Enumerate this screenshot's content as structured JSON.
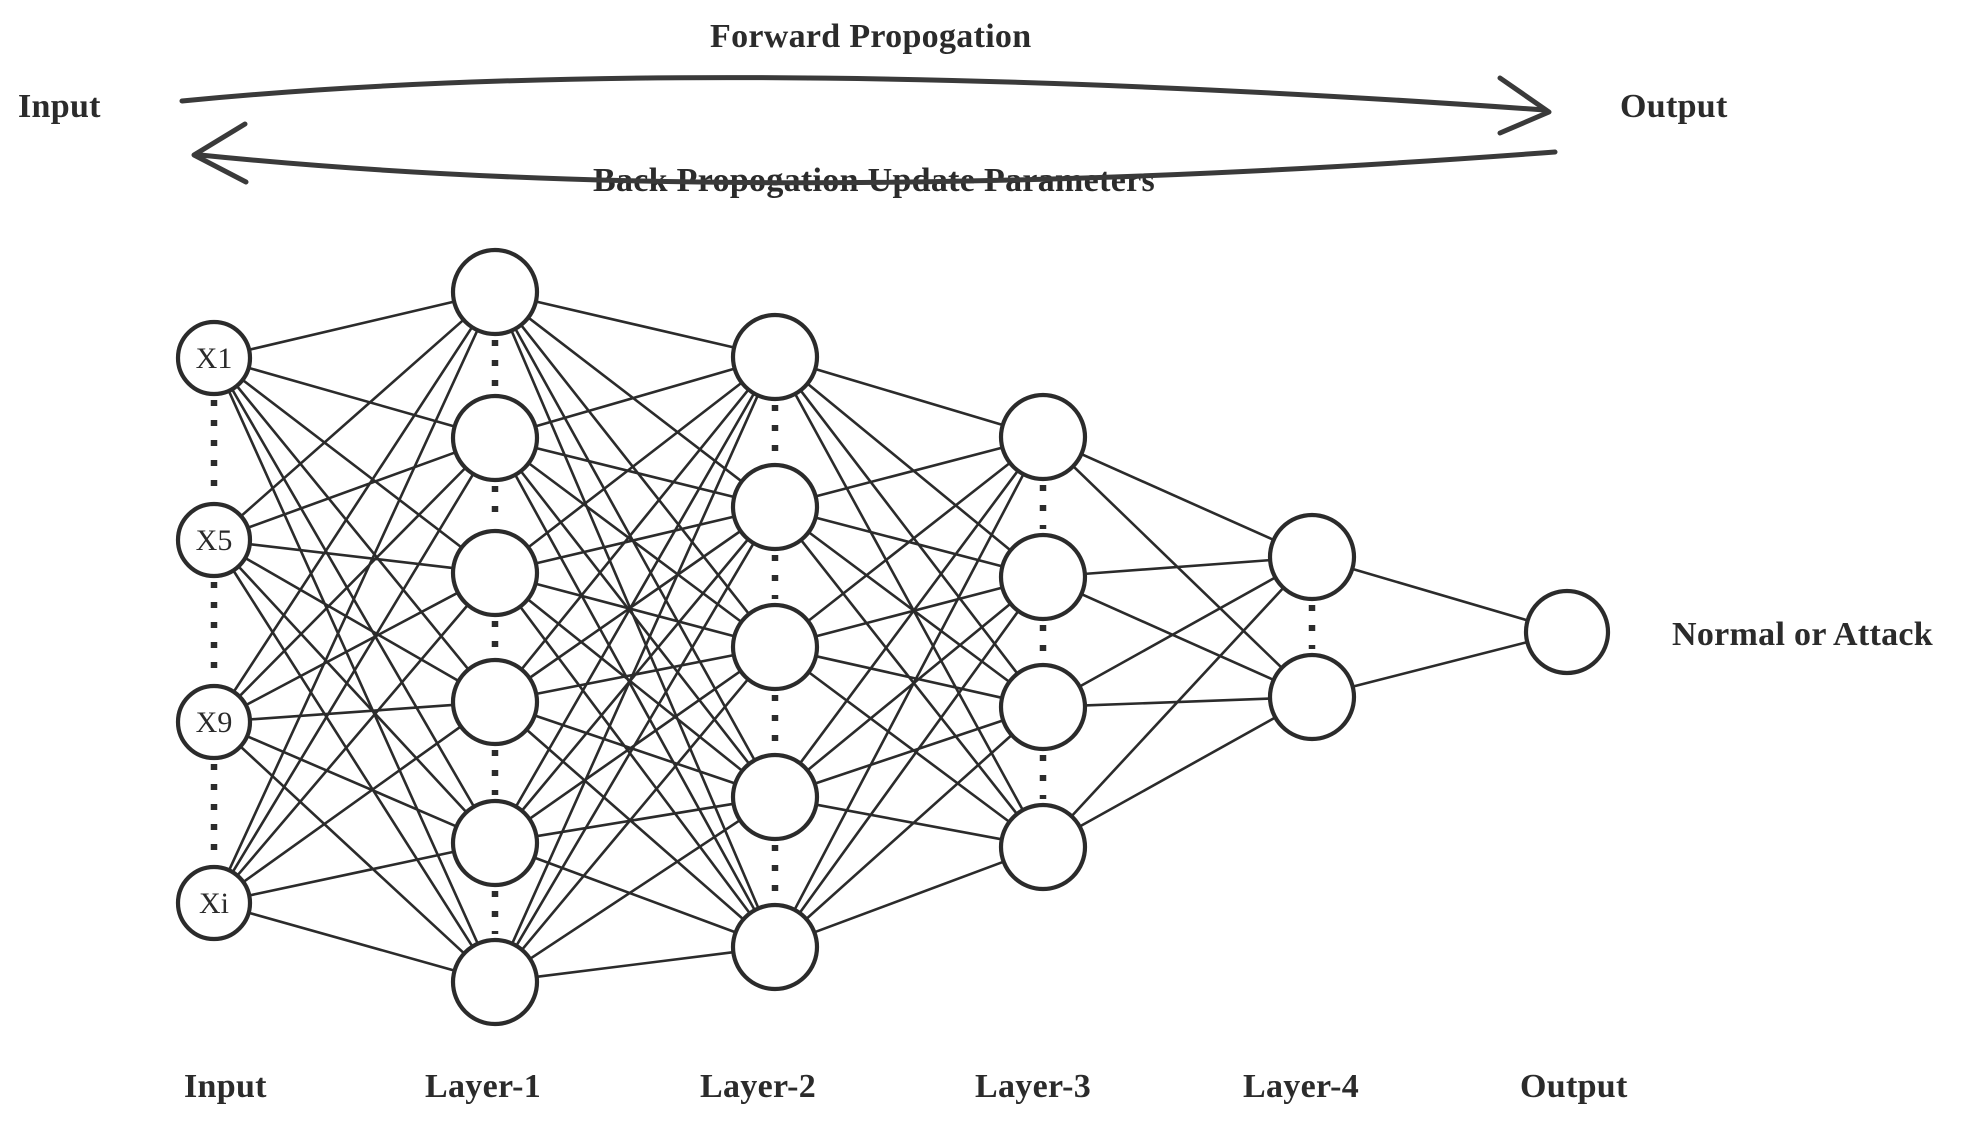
{
  "diagram": {
    "title_top": "Forward Propogation",
    "title_bottom": "Back Propogation Update Parameters",
    "side_left_label": "Input",
    "side_right_label": "Output",
    "output_annotation": "Normal or Attack",
    "colors": {
      "stroke": "#2b2b2b",
      "background": "#ffffff",
      "arc": "#3a3a3a"
    }
  },
  "input_nodes": [
    {
      "label": "X1"
    },
    {
      "label": "X5"
    },
    {
      "label": "X9"
    },
    {
      "label": "Xi"
    }
  ],
  "layer_labels": [
    {
      "label": "Input"
    },
    {
      "label": "Layer-1"
    },
    {
      "label": "Layer-2"
    },
    {
      "label": "Layer-3"
    },
    {
      "label": "Layer-4"
    },
    {
      "label": "Output"
    }
  ],
  "layers": [
    {
      "name": "Input",
      "node_count": 4,
      "labeled": true
    },
    {
      "name": "Layer-1",
      "node_count": 6,
      "labeled": false
    },
    {
      "name": "Layer-2",
      "node_count": 5,
      "labeled": false
    },
    {
      "name": "Layer-3",
      "node_count": 4,
      "labeled": false
    },
    {
      "name": "Layer-4",
      "node_count": 2,
      "labeled": false
    },
    {
      "name": "Output",
      "node_count": 1,
      "labeled": false
    }
  ],
  "chart_data": {
    "type": "diagram",
    "title": "Forward Propogation / Back Propogation Update Parameters",
    "description": "Fully connected feed-forward deep neural network for intrusion detection classifying Normal or Attack",
    "layer_names": [
      "Input",
      "Layer-1",
      "Layer-2",
      "Layer-3",
      "Layer-4",
      "Output"
    ],
    "layer_node_counts": [
      4,
      6,
      5,
      4,
      2,
      1
    ],
    "input_labels": [
      "X1",
      "X5",
      "X9",
      "Xi"
    ],
    "output_label": "Normal or Attack",
    "annotations": [
      "Forward Propogation",
      "Back Propogation Update Parameters",
      "Input",
      "Output"
    ]
  }
}
